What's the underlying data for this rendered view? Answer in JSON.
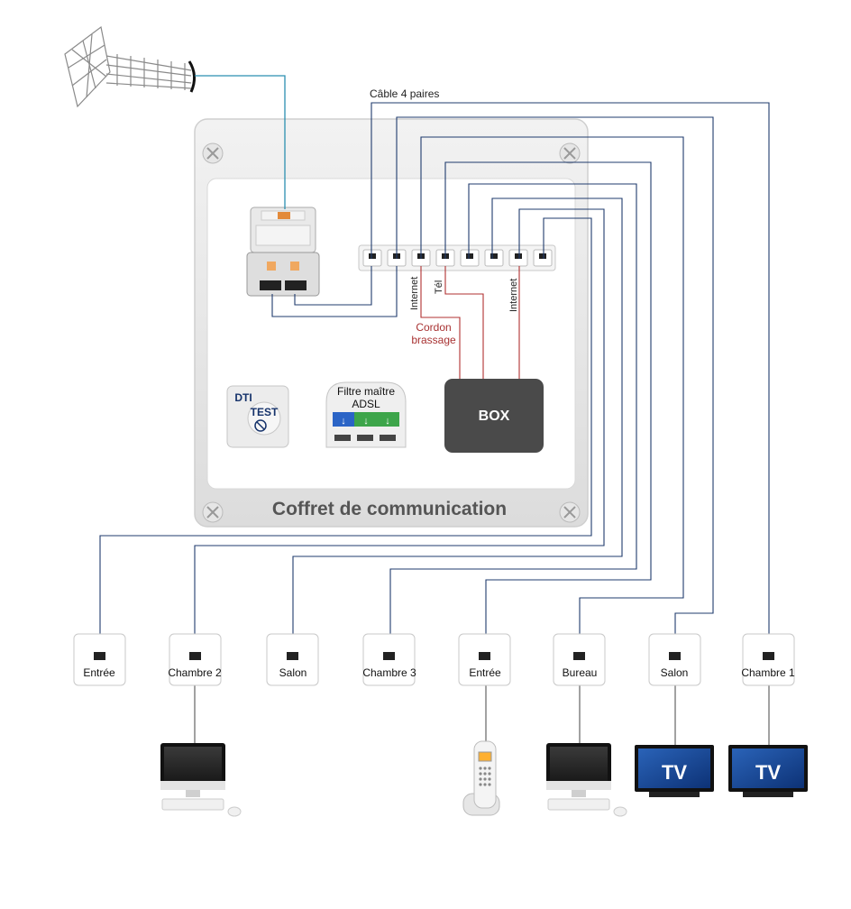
{
  "cable_label": "Câble 4 paires",
  "coffret": {
    "title": "Coffret de communication"
  },
  "panel_labels": {
    "internet_1": "Internet",
    "tel": "Tél",
    "internet_2": "Internet"
  },
  "patch_cord": {
    "line1": "Cordon",
    "line2": "brassage"
  },
  "box": {
    "label": "BOX"
  },
  "dti": {
    "line1": "DTI",
    "line2": "TEST"
  },
  "filter": {
    "line1": "Filtre maître",
    "line2": "ADSL"
  },
  "outlets": [
    "Entrée",
    "Chambre 2",
    "Salon",
    "Chambre 3",
    "Entrée",
    "Bureau",
    "Salon",
    "Chambre 1"
  ],
  "tv": {
    "label": "TV"
  },
  "colors": {
    "cable": "#1f3b6d",
    "antenna_cable": "#2b8fb0",
    "patch": "#b03030",
    "box": "#4a4a4a"
  }
}
